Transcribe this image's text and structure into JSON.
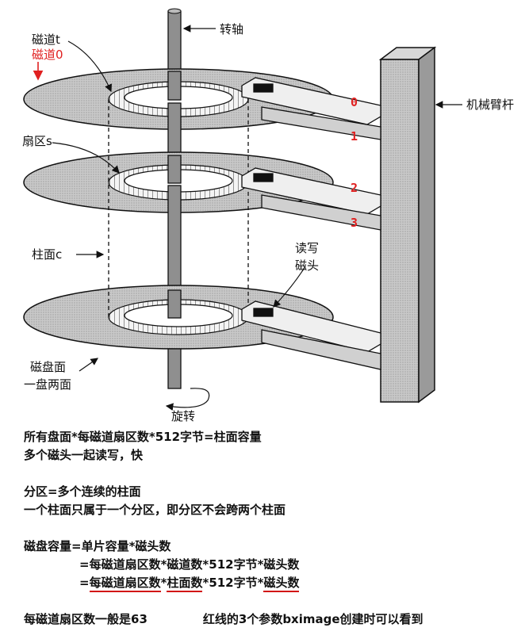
{
  "labels": {
    "spindle": "转轴",
    "track_t": "磁道t",
    "track_0": "磁道0",
    "sector": "扇区s",
    "cylinder": "柱面c",
    "rw_head_line1": "读写",
    "rw_head_line2": "磁头",
    "platter_line1": "磁盘面",
    "platter_line2": "一盘两面",
    "rotate": "旋转",
    "arm": "机械臂杆"
  },
  "head_numbers": [
    "0",
    "1",
    "2",
    "3"
  ],
  "notes": {
    "line1": "所有盘面*每磁道扇区数*512字节=柱面容量",
    "line2": "多个磁头一起读写，快",
    "line3": "分区=多个连续的柱面",
    "line4": "一个柱面只属于一个分区，即分区不会跨两个柱面",
    "line5": "磁盘容量=单片容量*磁头数",
    "line6": "=每磁道扇区数*磁道数*512字节*磁头数",
    "line7": {
      "eq": "=",
      "a": "每磁道扇区数",
      "op1": "*",
      "b": "柱面数",
      "op2": "*512字节*",
      "c": "磁头数"
    },
    "line8_left": "每磁道扇区数一般是63",
    "line8_right": "红线的3个参数bximage创建时可以看到"
  },
  "colors": {
    "annotation_red": "#e02020",
    "underline_red": "#d21515",
    "platter_gray": "#c8c8c8"
  }
}
